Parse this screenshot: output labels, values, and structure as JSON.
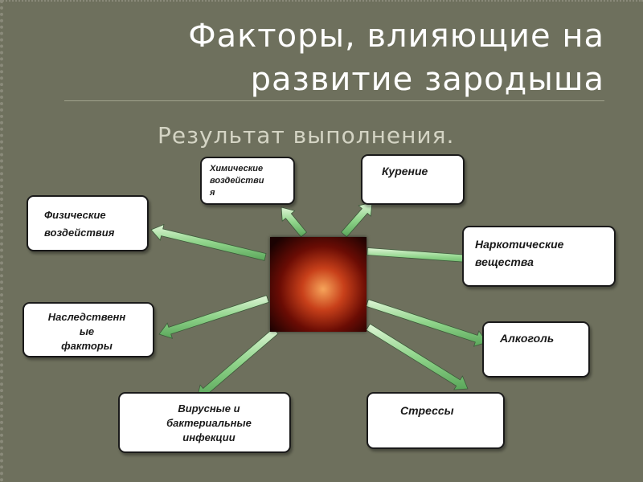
{
  "title_line1": "Факторы, влияющие на",
  "title_line2": "развитие зародыша",
  "subtitle": "Результат выполнения.",
  "boxes": {
    "physical": "Физические\nвоздействия",
    "chemical": "Химические\nвоздействи\nя",
    "smoking": "Курение",
    "narcotic": "Наркотические\nвещества",
    "hereditary": "Наследственн\nые\nфакторы",
    "alcohol": "Алкоголь",
    "viral": "Вирусные и\nбактериальные\nинфекции",
    "stress": "Стрессы"
  },
  "colors": {
    "background": "#6e705d",
    "arrow_fill": "#8fd48a",
    "box_fill": "#ffffff"
  },
  "center_image": "embryo-photo"
}
